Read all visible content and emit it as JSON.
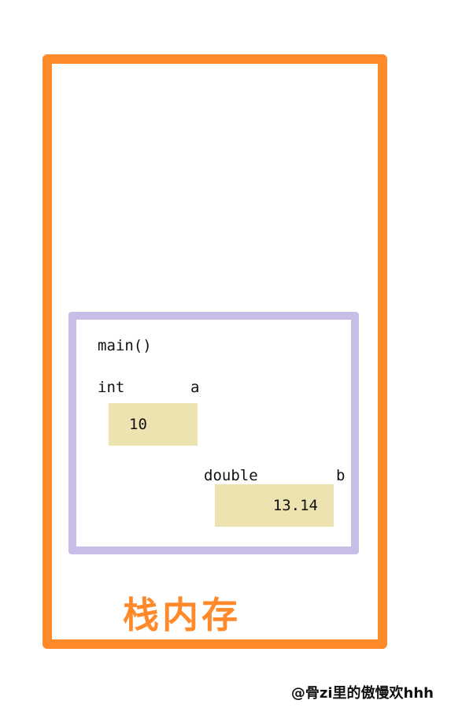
{
  "diagram": {
    "stack_label": "栈内存",
    "frame": {
      "name": "main()",
      "variables": [
        {
          "type": "int",
          "name": "a",
          "value": "10"
        },
        {
          "type": "double",
          "name": "b",
          "value": "13.14"
        }
      ]
    },
    "colors": {
      "stack_border": "#ff8a2b",
      "frame_border": "#c7bde6",
      "cell_fill": "#ede3b0",
      "text": "#111111"
    }
  },
  "watermark": "@骨zi里的傲慢欢hhh"
}
